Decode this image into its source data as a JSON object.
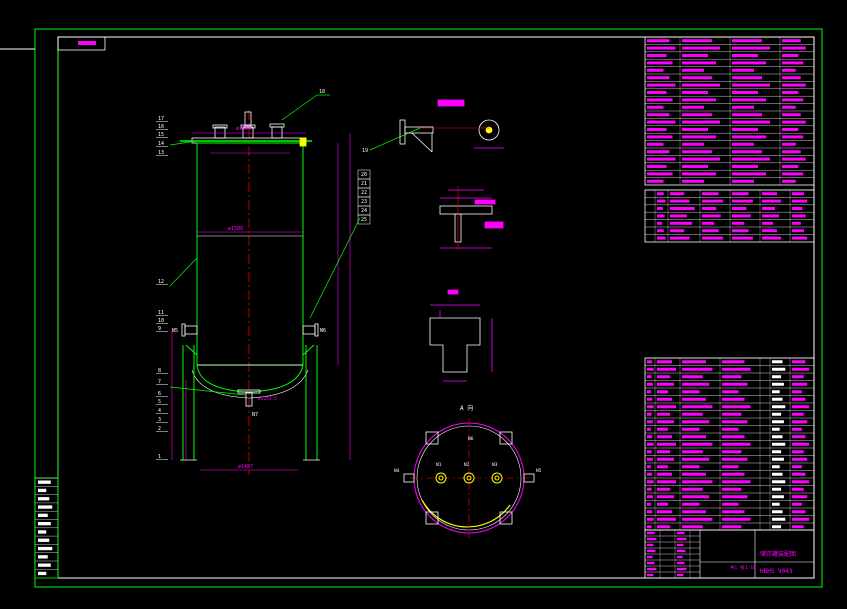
{
  "colors": {
    "background": "#000000",
    "frame": "#00ff00",
    "inner_frame": "#ffffff",
    "dimension": "#ff00ff",
    "centerline": "#ff0000",
    "text": "#ffffff",
    "title_block": "#ff00ff",
    "highlight": "#ffff00",
    "table_line": "#ffffff"
  },
  "drawing": {
    "section_label": "A 向",
    "callouts_left": [
      "17",
      "16",
      "15",
      "14",
      "13",
      "12",
      "11",
      "10",
      "9",
      "8",
      "7",
      "6",
      "5",
      "4",
      "3",
      "2",
      "1"
    ],
    "callouts_right": [
      "20",
      "21",
      "22",
      "23",
      "24",
      "25"
    ],
    "callout_top": "18",
    "callout_detail": "19",
    "nozzles_bottom": [
      "N7"
    ],
    "nozzles_left": [
      "N5"
    ],
    "nozzles_right": [
      "N6"
    ],
    "nozzles_plan": [
      "N1",
      "N2",
      "N3",
      "N4",
      "N5",
      "N6"
    ],
    "dim_top_width": "ø1500",
    "dim_shell_dia": "ø1500",
    "dim_leg_span": "ø1487",
    "dim_bottom_nozzle": "ø32X3.5",
    "dim_nozzle_top": "ø57X3.5"
  },
  "title_block": {
    "name": "储存罐装配图",
    "drawing_no": "HBHS V043",
    "scale": "1:10",
    "sheet": "共1 张"
  }
}
